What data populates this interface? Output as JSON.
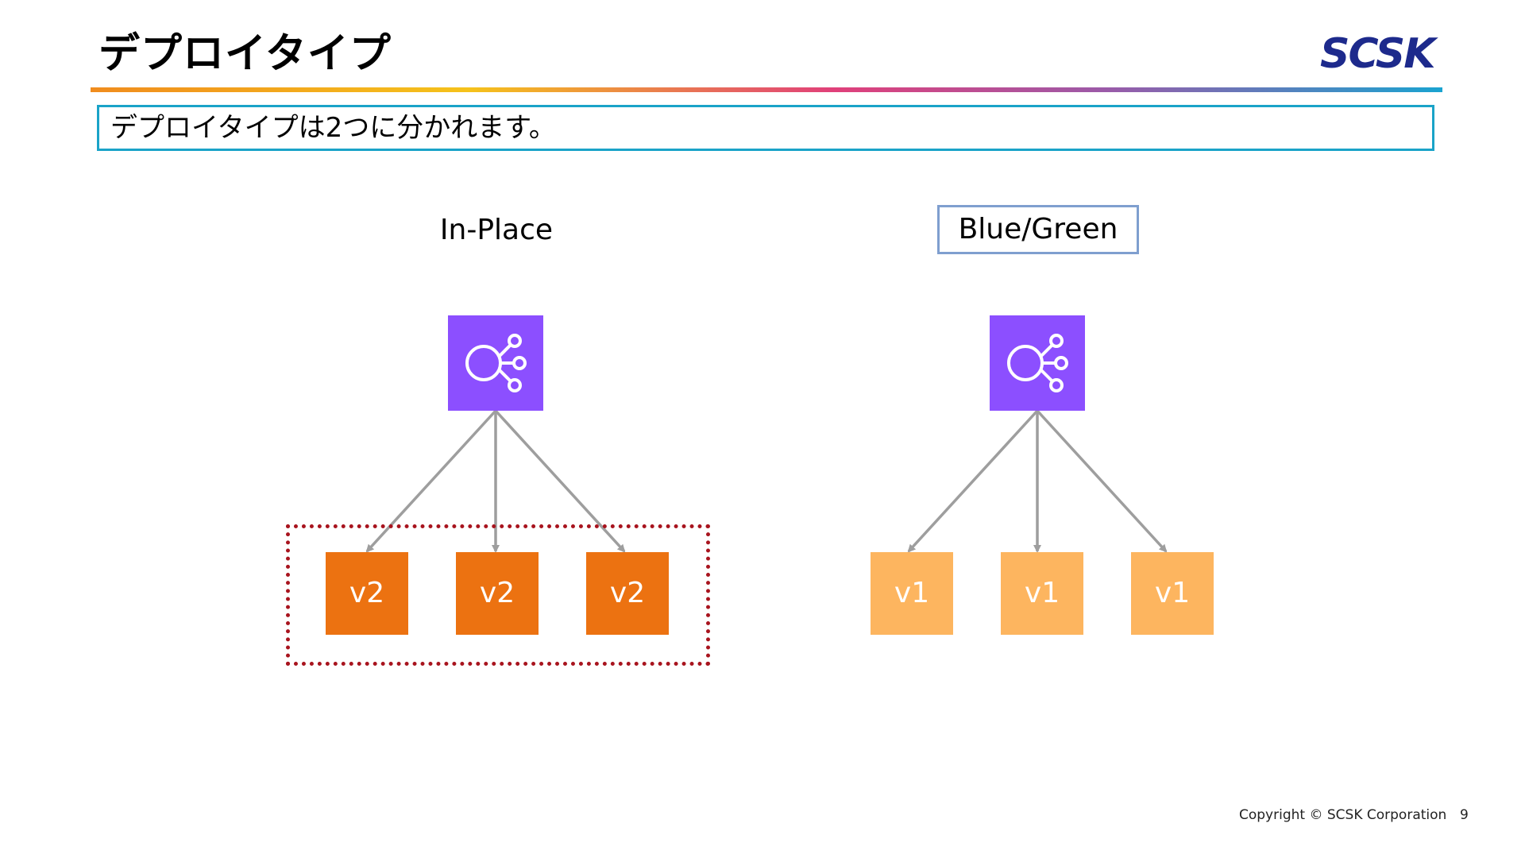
{
  "slide": {
    "title": "デプロイタイプ",
    "logo": "SCSK",
    "summary": "デプロイタイプは2つに分かれます。",
    "footer": "Copyright © SCSK Corporation",
    "page_number": "9"
  },
  "diagram": {
    "in_place": {
      "label": "In-Place",
      "icon": "load-balancer-icon",
      "targets": [
        "v2",
        "v2",
        "v2"
      ],
      "target_color": "#ec7211",
      "highlight_color": "#a8141e"
    },
    "blue_green": {
      "label": "Blue/Green",
      "icon": "load-balancer-icon",
      "targets": [
        "v1",
        "v1",
        "v1"
      ],
      "target_color": "#fdb55f"
    },
    "icon_color": "#8c4fff",
    "arrow_color": "#9e9e9e"
  }
}
